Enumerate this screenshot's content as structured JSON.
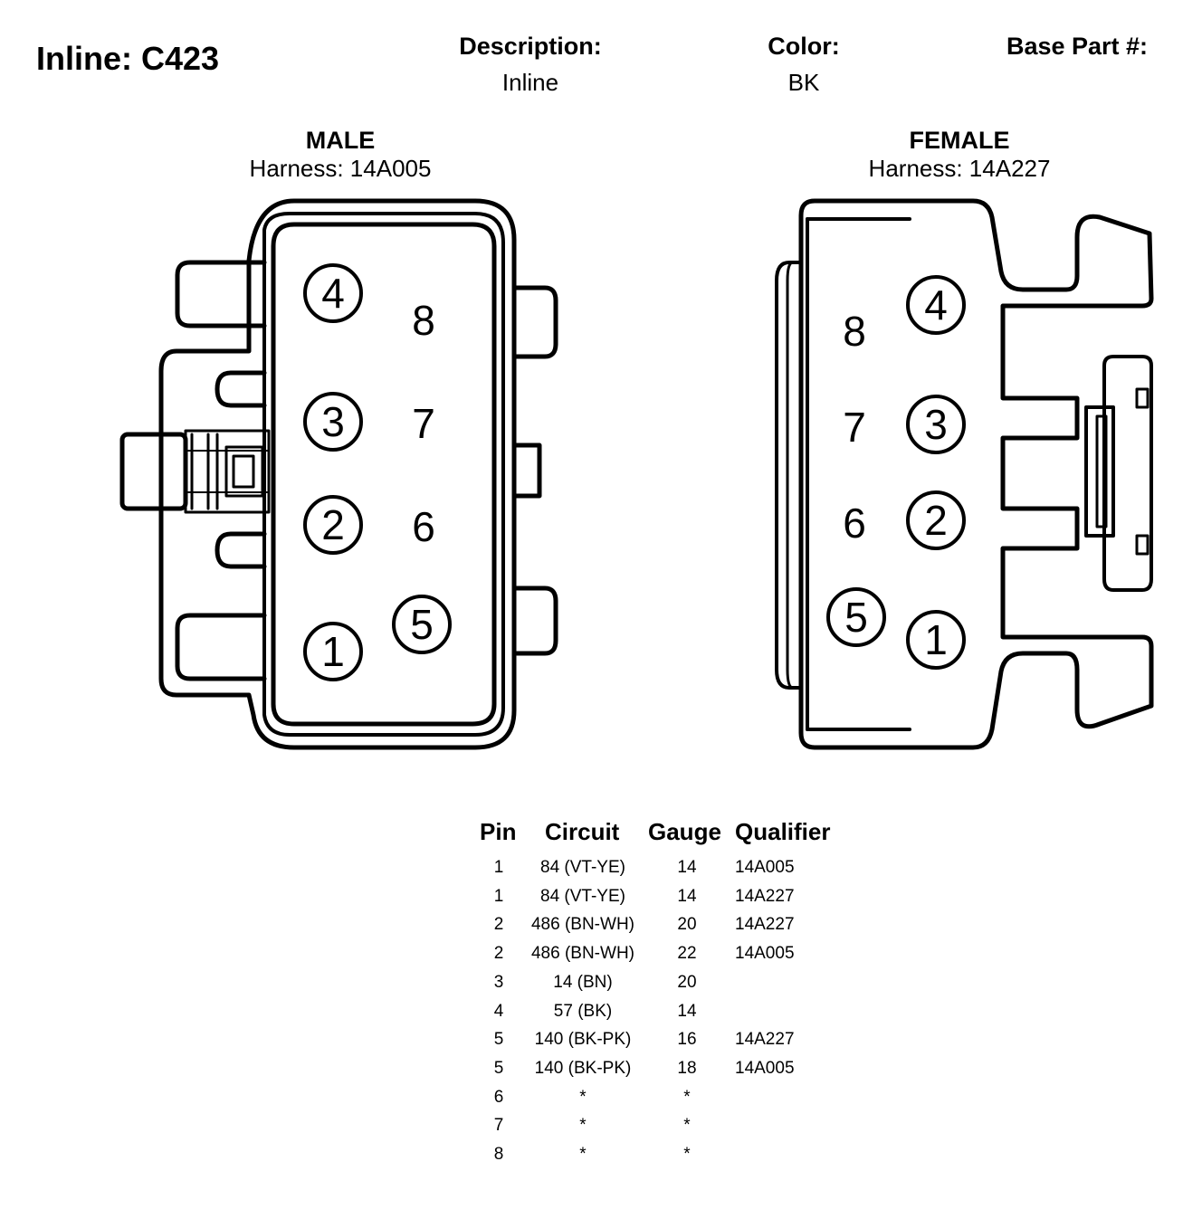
{
  "title": "Inline: C423",
  "header": {
    "description_label": "Description:",
    "description_value": "Inline",
    "color_label": "Color:",
    "color_value": "BK",
    "base_part_label": "Base Part #:"
  },
  "male": {
    "title": "MALE",
    "harness": "Harness: 14A005",
    "pins": [
      "1",
      "2",
      "3",
      "4",
      "5",
      "6",
      "7",
      "8"
    ]
  },
  "female": {
    "title": "FEMALE",
    "harness": "Harness: 14A227",
    "pins": [
      "1",
      "2",
      "3",
      "4",
      "5",
      "6",
      "7",
      "8"
    ]
  },
  "table": {
    "headers": [
      "Pin",
      "Circuit",
      "Gauge",
      "Qualifier"
    ],
    "rows": [
      {
        "pin": "1",
        "circuit": "84 (VT-YE)",
        "gauge": "14",
        "qualifier": "14A005"
      },
      {
        "pin": "1",
        "circuit": "84 (VT-YE)",
        "gauge": "14",
        "qualifier": "14A227"
      },
      {
        "pin": "2",
        "circuit": "486 (BN-WH)",
        "gauge": "20",
        "qualifier": "14A227"
      },
      {
        "pin": "2",
        "circuit": "486 (BN-WH)",
        "gauge": "22",
        "qualifier": "14A005"
      },
      {
        "pin": "3",
        "circuit": "14 (BN)",
        "gauge": "20",
        "qualifier": ""
      },
      {
        "pin": "4",
        "circuit": "57 (BK)",
        "gauge": "14",
        "qualifier": ""
      },
      {
        "pin": "5",
        "circuit": "140 (BK-PK)",
        "gauge": "16",
        "qualifier": "14A227"
      },
      {
        "pin": "5",
        "circuit": "140 (BK-PK)",
        "gauge": "18",
        "qualifier": "14A005"
      },
      {
        "pin": "6",
        "circuit": "*",
        "gauge": "*",
        "qualifier": ""
      },
      {
        "pin": "7",
        "circuit": "*",
        "gauge": "*",
        "qualifier": ""
      },
      {
        "pin": "8",
        "circuit": "*",
        "gauge": "*",
        "qualifier": ""
      }
    ]
  }
}
